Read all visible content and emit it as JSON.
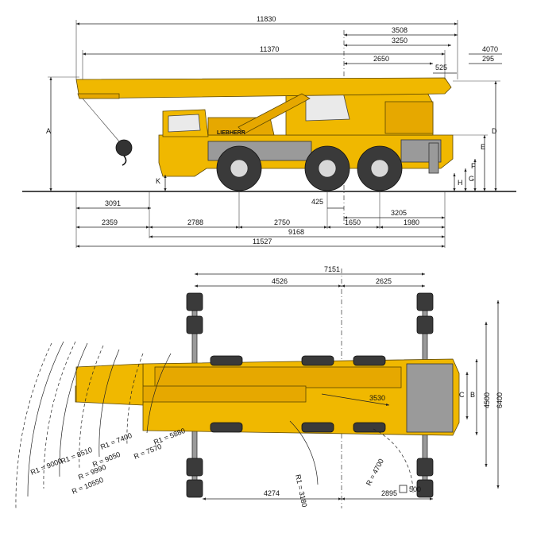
{
  "brand": "LIEBHERR",
  "side_view": {
    "top_dims": [
      "11830",
      "3508",
      "3250",
      "4070",
      "11370",
      "2650",
      "525",
      "295"
    ],
    "bottom_dims": [
      "3091",
      "425",
      "3205",
      "2359",
      "2788",
      "2750",
      "1650",
      "1980",
      "9168",
      "11527"
    ],
    "letters": [
      "A",
      "K",
      "D",
      "E",
      "F",
      "G",
      "H"
    ]
  },
  "top_view": {
    "dims": [
      "7151",
      "4526",
      "2625",
      "4274",
      "2895",
      "3530"
    ],
    "side_letters": [
      "C",
      "B"
    ],
    "side_dims": [
      "4500",
      "6400"
    ],
    "radius_labels": [
      "R1 = 5880",
      "R = 7570",
      "R1 = 7400",
      "R = 9050",
      "R1 = 8510",
      "R = 9990",
      "R1 = 9000",
      "R = 10550",
      "R1 = 3180",
      "R = 4700"
    ],
    "legend_value": "500"
  }
}
